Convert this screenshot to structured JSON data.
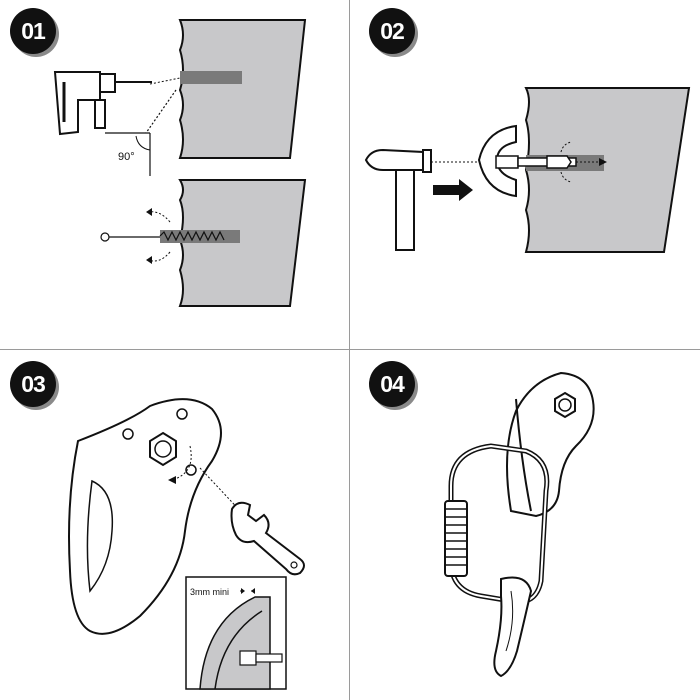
{
  "steps": [
    {
      "number": "01"
    },
    {
      "number": "02"
    },
    {
      "number": "03"
    },
    {
      "number": "04"
    }
  ],
  "labels": {
    "angle": "90°",
    "min_gap": "3mm  mini"
  },
  "colors": {
    "wall": "#c8c8ca",
    "ink": "#111111",
    "badge": "#111111",
    "badge_shadow": "#8a8a8a",
    "divider": "#9a9a9a",
    "hole": "#7a7a7a"
  }
}
